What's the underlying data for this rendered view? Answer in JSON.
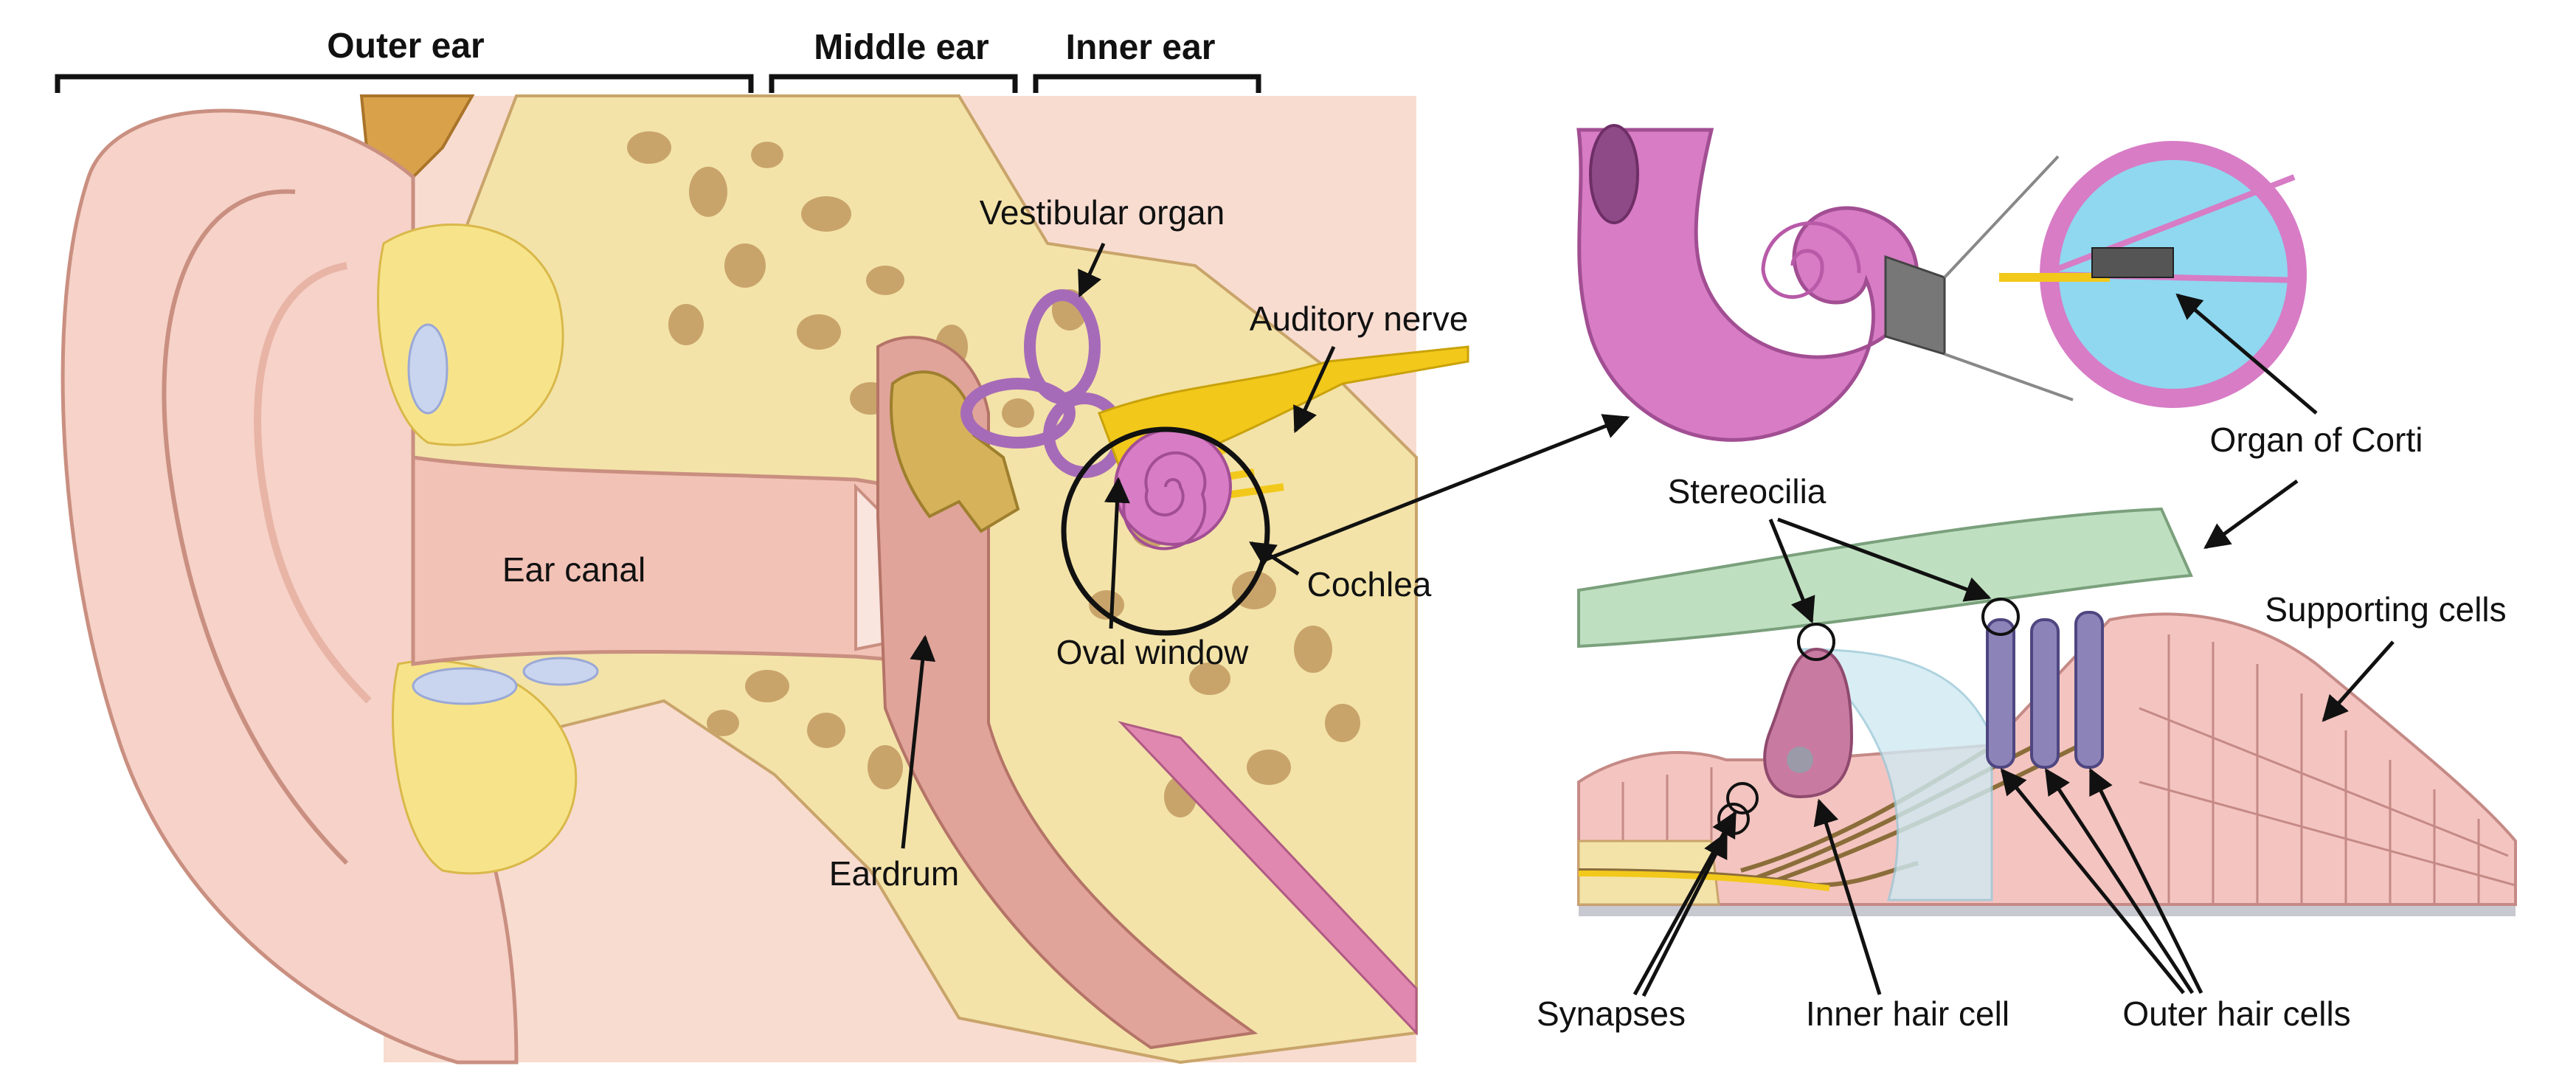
{
  "labels": {
    "outer_ear": "Outer ear",
    "middle_ear": "Middle ear",
    "inner_ear": "Inner ear",
    "vestibular_organ": "Vestibular organ",
    "auditory_nerve": "Auditory nerve",
    "ear_canal": "Ear canal",
    "cochlea": "Cochlea",
    "oval_window": "Oval window",
    "eardrum": "Eardrum",
    "organ_of_corti": "Organ of Corti",
    "stereocilia": "Stereocilia",
    "supporting_cells": "Supporting cells",
    "synapses": "Synapses",
    "inner_hair_cell": "Inner hair cell",
    "outer_hair_cells": "Outer hair cells"
  },
  "colors": {
    "skin": "#f6d2c8",
    "skin_dark": "#e8b4a6",
    "bone": "#f3e3a8",
    "bone_pore": "#c9a46a",
    "fat": "#f7e48a",
    "background_tissue": "#f8dcd0",
    "cochlea": "#d77cc5",
    "vestibular": "#a66bb8",
    "nerve": "#f2c81a",
    "membrane": "#bfe0c0",
    "fluid": "#8fd8f0",
    "hair_cell_inner": "#c97aa0",
    "hair_cell_outer": "#8c83b8",
    "supporting": "#f4c4c0",
    "line": "#111111"
  }
}
